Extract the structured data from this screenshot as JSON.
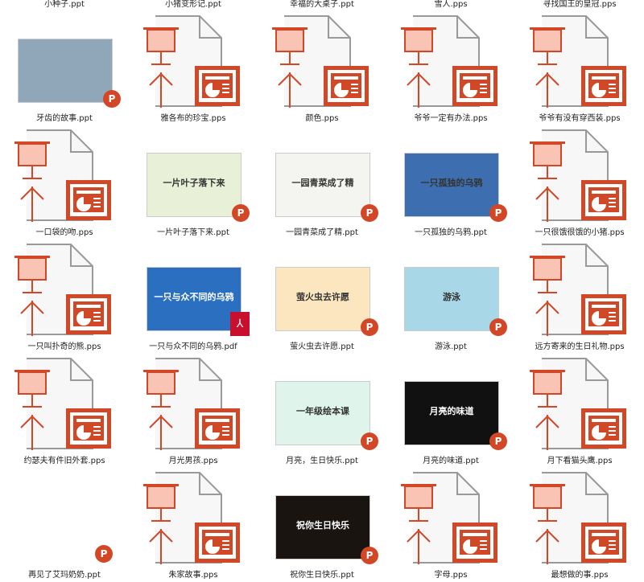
{
  "accent": "#d24726",
  "files": [
    {
      "name": "小种子.ppt",
      "type": "thumb",
      "bg": "#dcd0b0"
    },
    {
      "name": "小猪变形记.ppt",
      "type": "generic"
    },
    {
      "name": "幸福的大桌子.ppt",
      "type": "generic"
    },
    {
      "name": "雪人.pps",
      "type": "generic"
    },
    {
      "name": "寻找国王的皇冠.pps",
      "type": "generic"
    },
    {
      "name": "牙齿的故事.ppt",
      "type": "thumb",
      "bg": "#8fa7b8"
    },
    {
      "name": "雅各布的珍宝.pps",
      "type": "generic"
    },
    {
      "name": "颜色.pps",
      "type": "generic"
    },
    {
      "name": "爷爷一定有办法.pps",
      "type": "generic"
    },
    {
      "name": "爷爷有没有穿西装.pps",
      "type": "generic"
    },
    {
      "name": "一口袋的吻.pps",
      "type": "generic"
    },
    {
      "name": "一片叶子落下来.ppt",
      "type": "thumb",
      "bg": "#e8f0d8",
      "cover": "一片叶子落下来"
    },
    {
      "name": "一园青菜成了精.ppt",
      "type": "thumb",
      "bg": "#f4f4f0",
      "cover": "一园青菜成了精"
    },
    {
      "name": "一只孤独的乌鸦.ppt",
      "type": "thumb",
      "bg": "#3d6fb0",
      "cover": "一只孤独的乌鸦"
    },
    {
      "name": "一只很饿很饿的小猪.pps",
      "type": "generic"
    },
    {
      "name": "一只叫扑奇的熊.pps",
      "type": "generic"
    },
    {
      "name": "一只与众不同的乌鸦.pdf",
      "type": "pdf",
      "bg": "#2a6fc0",
      "cover": "一只与众不同的乌鸦"
    },
    {
      "name": "萤火虫去许愿.ppt",
      "type": "thumb",
      "bg": "#fbe6c0",
      "cover": "萤火虫去许愿"
    },
    {
      "name": "游泳.ppt",
      "type": "thumb",
      "bg": "#a8d8e8",
      "cover": "游泳"
    },
    {
      "name": "远方寄来的生日礼物.pps",
      "type": "generic"
    },
    {
      "name": "约瑟夫有件旧外套.pps",
      "type": "generic"
    },
    {
      "name": "月光男孩.pps",
      "type": "generic"
    },
    {
      "name": "月亮，生日快乐.ppt",
      "type": "thumb",
      "bg": "#dff5ec",
      "cover": "一年级绘本课"
    },
    {
      "name": "月亮的味道.ppt",
      "type": "thumb",
      "bg": "#111111",
      "cover": "月亮的味道"
    },
    {
      "name": "月下看猫头鹰.pps",
      "type": "generic"
    },
    {
      "name": "再见了艾玛奶奶.ppt",
      "type": "badge"
    },
    {
      "name": "朱家故事.pps",
      "type": "generic"
    },
    {
      "name": "祝你生日快乐.ppt",
      "type": "thumb",
      "bg": "#1a1410",
      "cover": "祝你生日快乐"
    },
    {
      "name": "字母.pps",
      "type": "generic"
    },
    {
      "name": "最想做的事.pps",
      "type": "generic"
    }
  ]
}
